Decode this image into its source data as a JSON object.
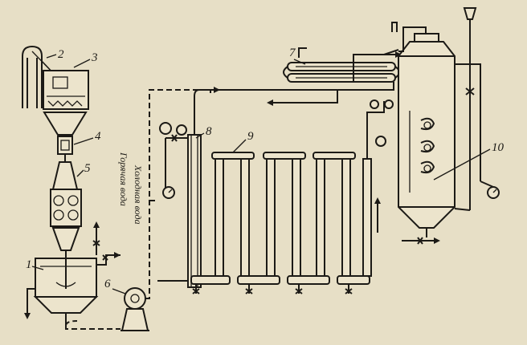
{
  "labels": {
    "n1": "1",
    "n2": "2",
    "n3": "3",
    "n4": "4",
    "n5": "5",
    "n6": "6",
    "n7": "7",
    "n8": "8",
    "n9": "9",
    "n10": "10"
  },
  "flow_labels": {
    "hot_water": "Горячая вода",
    "cold_water": "Холодная вода"
  },
  "icons": [
    "pump",
    "valve",
    "gauge",
    "arrow"
  ],
  "colors": {
    "paper": "#e7dfc6",
    "ink": "#1c1a16"
  }
}
